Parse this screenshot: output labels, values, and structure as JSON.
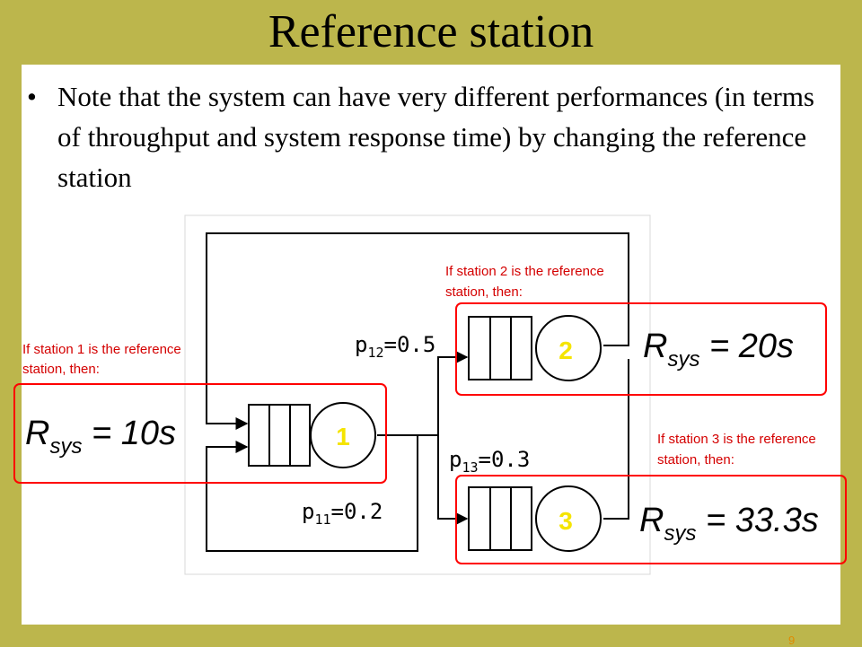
{
  "slide": {
    "title": "Reference station",
    "bullet_symbol": "•",
    "bullet_text": "Note that the system can have very different performances (in terms of throughput and system response time) by changing the reference station",
    "page_number": "9"
  },
  "diagram": {
    "stations": [
      {
        "id": "1",
        "label": "1"
      },
      {
        "id": "2",
        "label": "2"
      },
      {
        "id": "3",
        "label": "3"
      }
    ],
    "probabilities": [
      {
        "id": "p12",
        "base": "p",
        "sub": "12",
        "value": "=0.5"
      },
      {
        "id": "p13",
        "base": "p",
        "sub": "13",
        "value": "=0.3"
      },
      {
        "id": "p11",
        "base": "p",
        "sub": "11",
        "value": "=0.2"
      }
    ],
    "annotations": [
      {
        "id": "station1",
        "line1": "If station 1 is the reference",
        "line2": "station, then:",
        "r_base": "R",
        "r_sub": "sys",
        "r_value": " = 10s"
      },
      {
        "id": "station2",
        "line1": "If station 2 is the reference",
        "line2": "station, then:",
        "r_base": "R",
        "r_sub": "sys",
        "r_value": " = 20s"
      },
      {
        "id": "station3",
        "line1": "If station 3 is the reference",
        "line2": "station, then:",
        "r_base": "R",
        "r_sub": "sys",
        "r_value": " = 33.3s"
      }
    ],
    "colors": {
      "highlight_box": "#ff0000",
      "station_label": "#f5e400",
      "annotation_text": "#d40000",
      "lines": "#000000"
    }
  }
}
